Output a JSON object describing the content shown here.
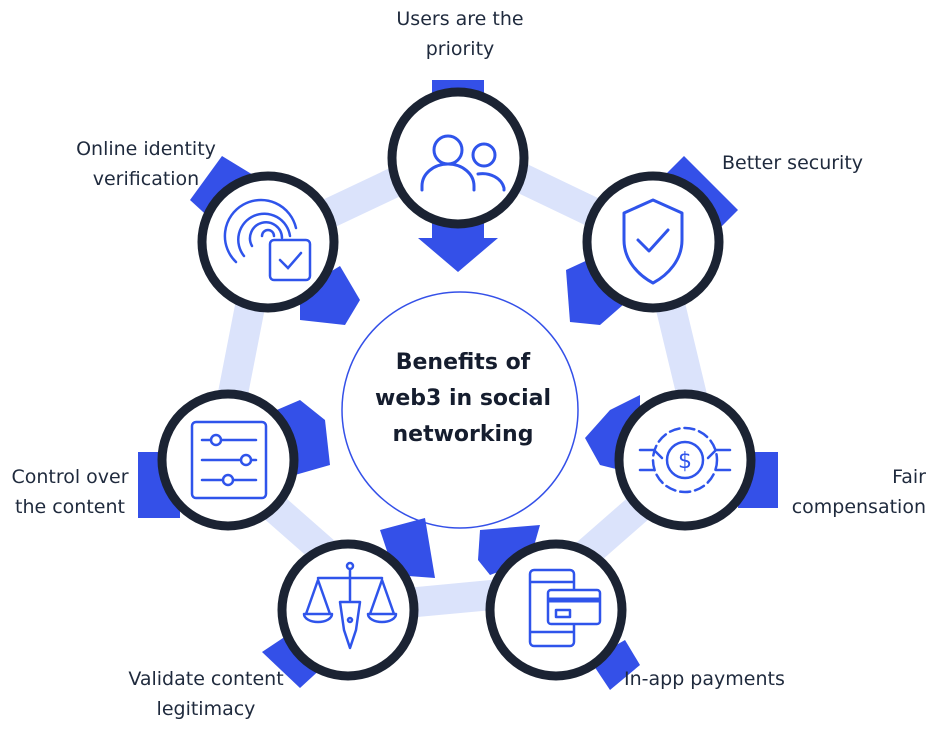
{
  "center": {
    "title": "Benefits of\nweb3 in social\nnetworking"
  },
  "colors": {
    "accent": "#3450e8",
    "ring": "#dbe3fb",
    "node_border": "#1b2333",
    "icon": "#2f54eb",
    "text": "#1f2a3d"
  },
  "benefits": [
    {
      "label": "Users are the\npriority",
      "icon": "users-icon"
    },
    {
      "label": "Better security",
      "icon": "shield-check-icon"
    },
    {
      "label": "Fair\ncompensation",
      "icon": "gear-dollar-icon"
    },
    {
      "label": "In-app payments",
      "icon": "phone-card-icon"
    },
    {
      "label": "Validate content\nlegitimacy",
      "icon": "scales-pen-icon"
    },
    {
      "label": "Control over\nthe content",
      "icon": "sliders-icon"
    },
    {
      "label": "Online identity\nverification",
      "icon": "fingerprint-check-icon"
    }
  ]
}
